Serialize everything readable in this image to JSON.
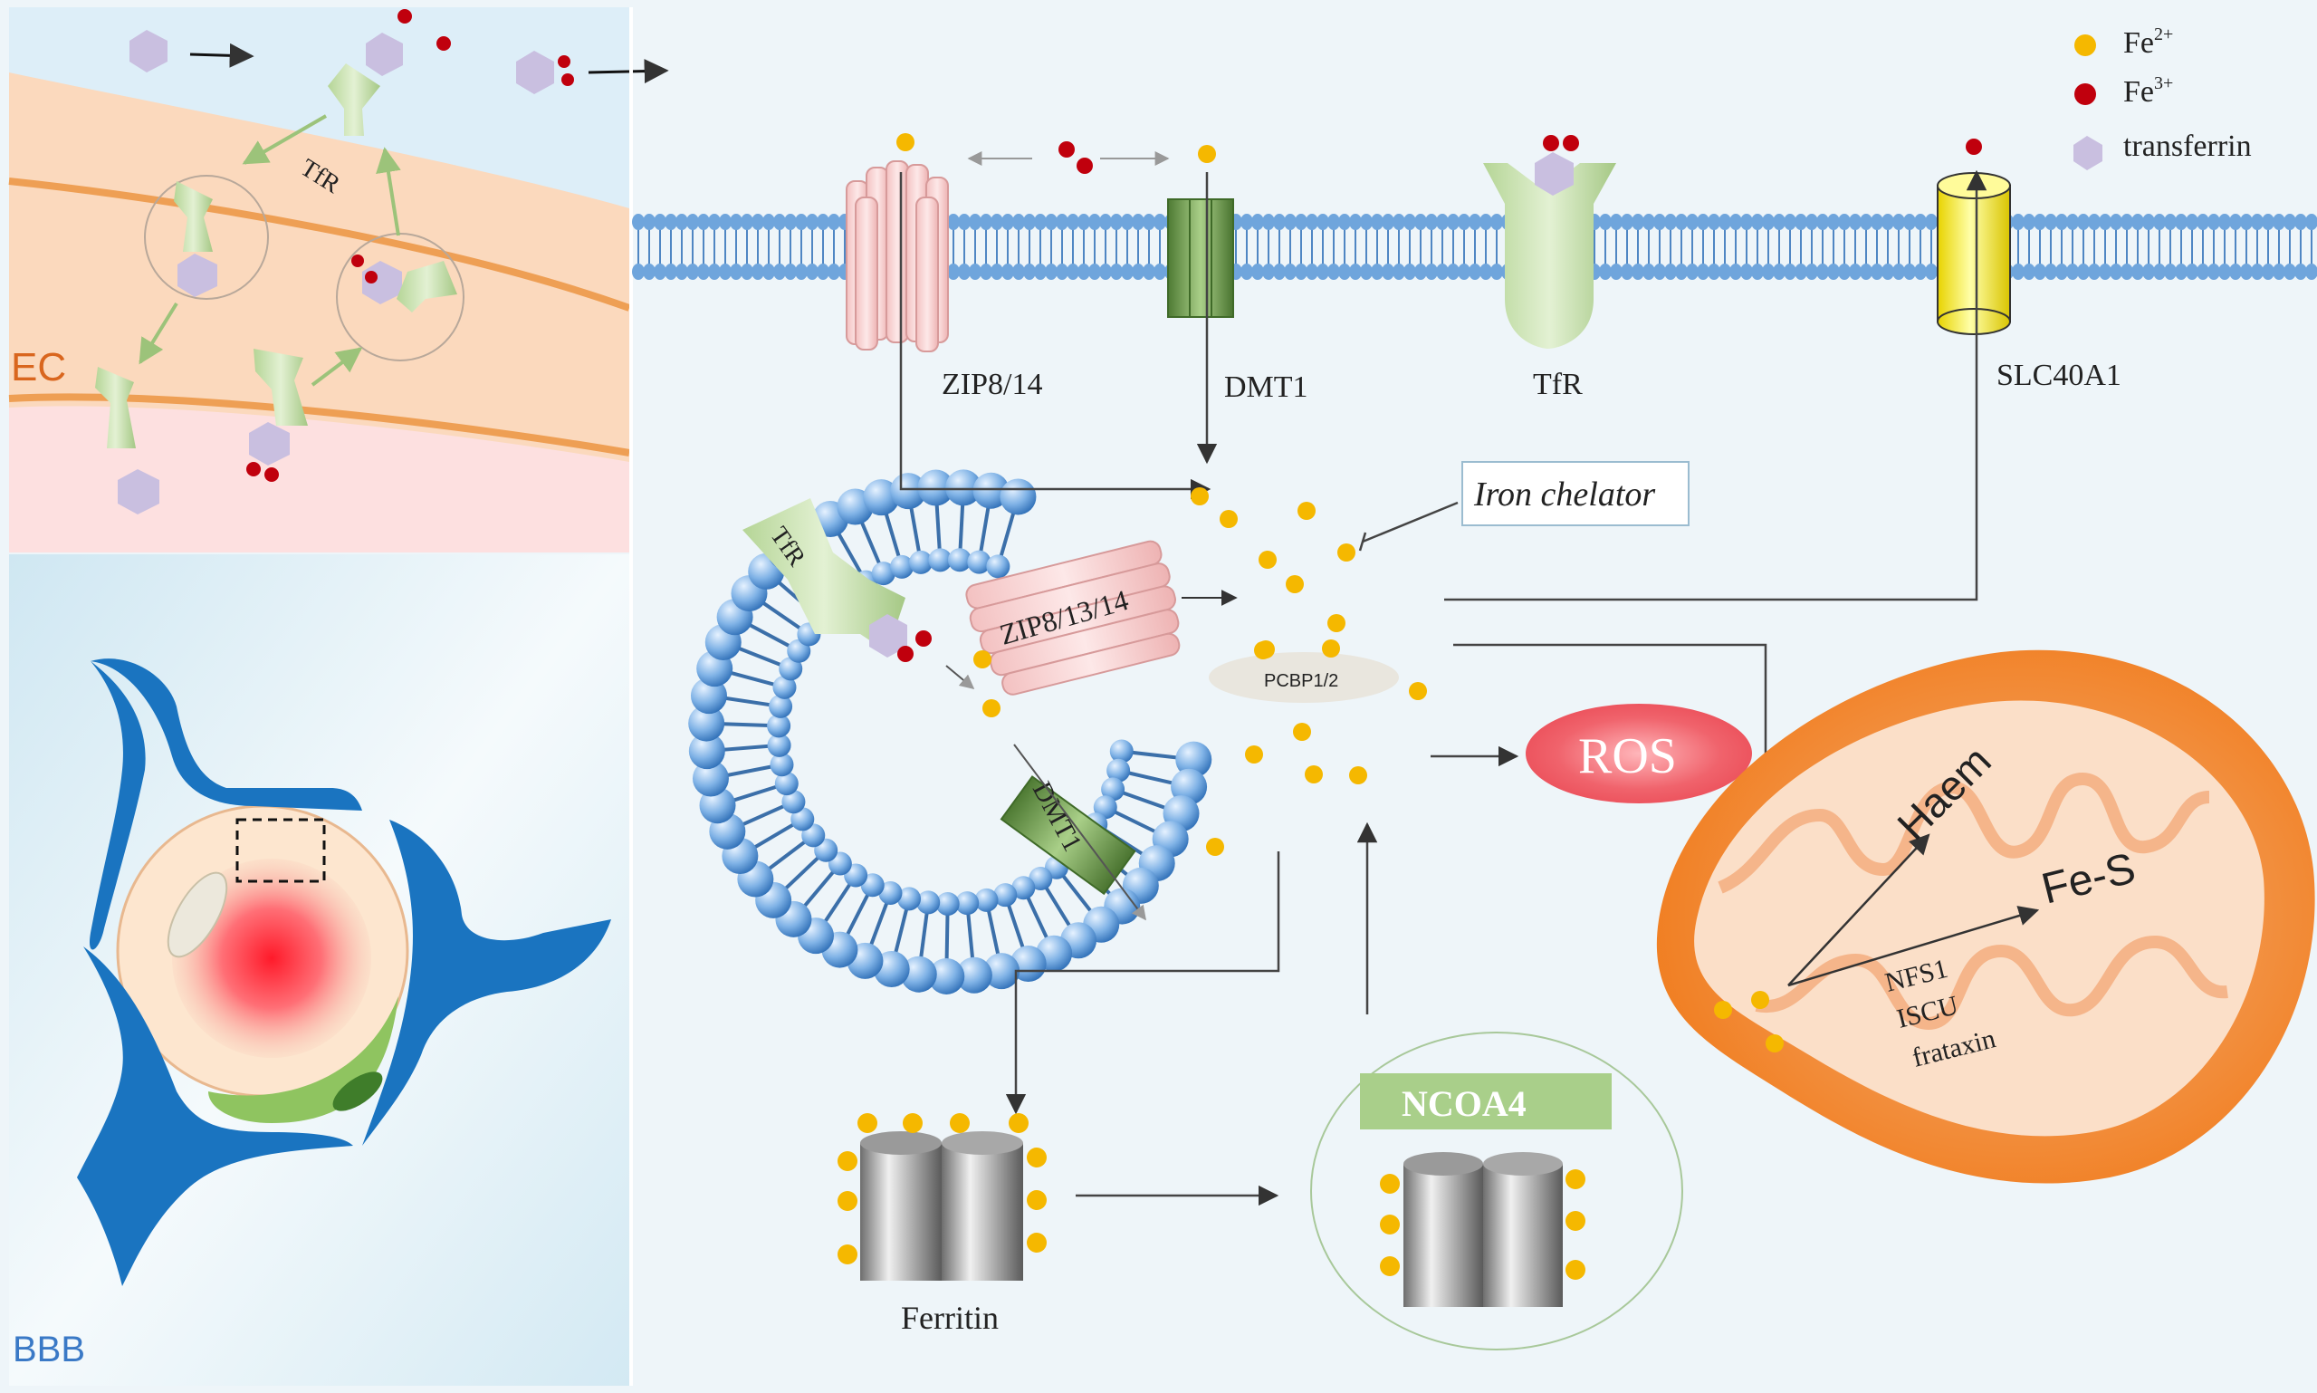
{
  "legend": {
    "fe2": "Fe",
    "fe2_sup": "2+",
    "fe3": "Fe",
    "fe3_sup": "3+",
    "transferrin": "transferrin"
  },
  "panels": {
    "ec_label": "EC",
    "bbb_label": "BBB",
    "tfr_inset": "TfR"
  },
  "membrane": {
    "zip": "ZIP8/14",
    "dmt1": "DMT1",
    "tfr": "TfR",
    "slc": "SLC40A1"
  },
  "endosome": {
    "tfr": "TfR",
    "zip": "ZIP8/13/14",
    "dmt1": "DMT1"
  },
  "cytosol": {
    "iron_chelator": "Iron chelator",
    "pcbp": "PCBP1/2",
    "ros": "ROS",
    "ferritin": "Ferritin",
    "ncoa4": "NCOA4"
  },
  "mito": {
    "haem": "Haem",
    "fes": "Fe-S",
    "nfs1": "NFS1",
    "iscu": "ISCU",
    "frataxin": "frataxin"
  },
  "colors": {
    "fe2": "#f5b800",
    "fe3": "#c0000d",
    "transferrin": "#c9bfe0",
    "background": "#eef5f9",
    "ros": "#ef5a64",
    "mito": "#f08a2c",
    "ncoa4": "#a9cf8a",
    "bbb_blue": "#1a74c0",
    "ec_orange": "#d9661e",
    "bbb_label": "#3a79c6"
  }
}
